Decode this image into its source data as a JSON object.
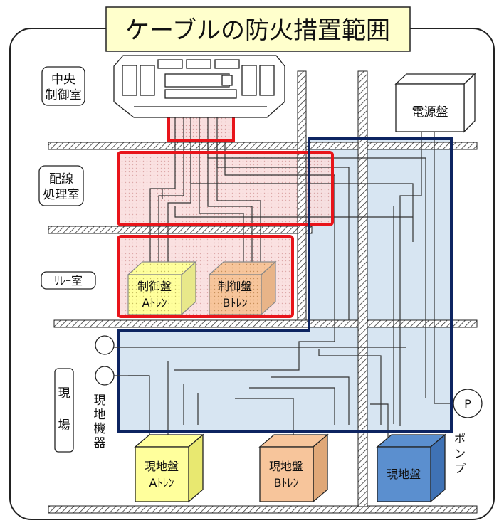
{
  "title": "ケーブルの防火措置範囲",
  "rooms": {
    "control_room": [
      "中央",
      "制御室"
    ],
    "wiring_room": [
      "配線",
      "処理室"
    ],
    "relay_room": "ﾘﾚｰ室",
    "field": [
      "現",
      "場"
    ],
    "field_equipment": [
      "現",
      "地",
      "機",
      "器"
    ]
  },
  "equipment": {
    "power_panel": "電源盤",
    "control_panel_a": [
      "制御盤",
      "Aﾄﾚﾝ"
    ],
    "control_panel_b": [
      "制御盤",
      "Bﾄﾚﾝ"
    ],
    "local_panel_a": [
      "現地盤",
      "Aﾄﾚﾝ"
    ],
    "local_panel_b": [
      "現地盤",
      "Bﾄﾚﾝ"
    ],
    "local_panel_c": "現地盤",
    "pump_symbol": "P",
    "pump_label": [
      "ポ",
      "ン",
      "プ"
    ]
  },
  "colors": {
    "red_zone": "#e8141a",
    "blue_zone": "#0d2461",
    "blue_fill": "#c9dcee",
    "panel_yellow": "#ffff9c",
    "panel_orange": "#f7c59b",
    "panel_blue": "#5b8fcf",
    "title_bg": "#ffffcc"
  }
}
